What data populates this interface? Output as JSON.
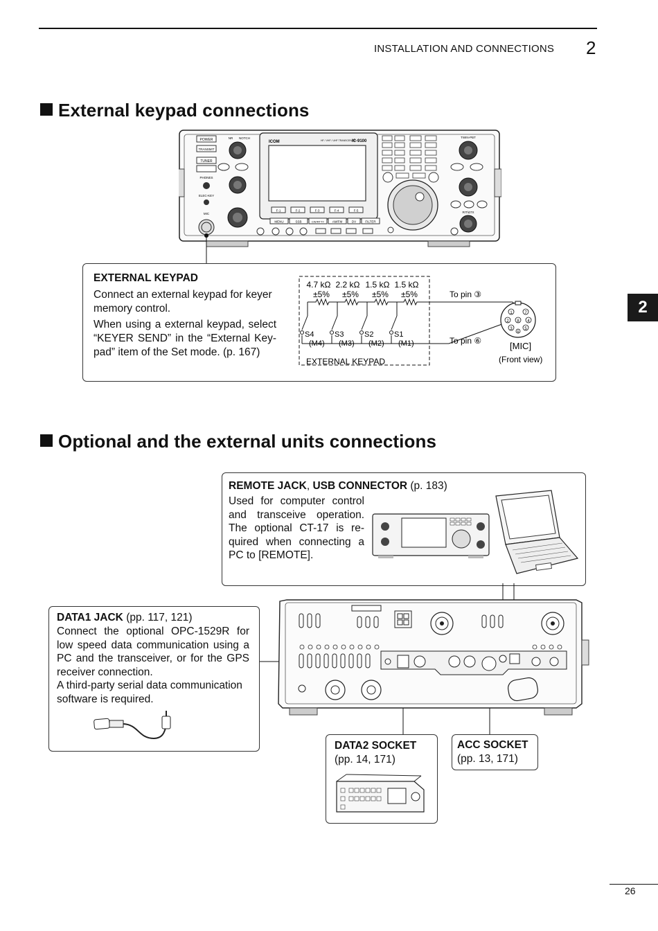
{
  "header": {
    "chapter_title": "INSTALLATION AND CONNECTIONS",
    "chapter_number": "2",
    "side_tab": "2"
  },
  "section1": {
    "title": "External keypad connections",
    "callout": {
      "heading": "EXTERNAL KEYPAD",
      "para1": "Connect an external keypad for keyer memory control.",
      "para2": "When using a external keypad, select “KEYER SEND” in the “External Key-pad” item of the Set mode. (p. 167)"
    },
    "schematic": {
      "resistors": [
        "4.7 kΩ",
        "2.2 kΩ",
        "1.5 kΩ",
        "1.5 kΩ"
      ],
      "tolerances": [
        "±5%",
        "±5%",
        "±5%",
        "±5%"
      ],
      "switches": [
        "S4",
        "S3",
        "S2",
        "S1"
      ],
      "memories": [
        "(M4)",
        "(M3)",
        "(M2)",
        "(M1)"
      ],
      "keypad_label": "EXTERNAL KEYPAD",
      "to_pin_a": "To pin ③",
      "to_pin_b": "To pin ⑥",
      "mic_label": "[MIC]",
      "front_view": "(Front view)",
      "pin_numbers": [
        "1",
        "2",
        "3",
        "4",
        "5",
        "6",
        "7",
        "8"
      ]
    },
    "radio_front": {
      "brand": "ICOM",
      "model": "IC-9100",
      "subtitle": "HF / VHF / UHF TRANSCEIVER",
      "buttons": [
        "POWER",
        "TRANSMIT",
        "TUNER"
      ],
      "fkeys": [
        "F-1",
        "F-2",
        "F-3",
        "F-4",
        "F-5"
      ],
      "mode_keys": [
        "MENU",
        "SSB",
        "CW/RTTY",
        "AM/FM",
        "DV",
        "FILTER"
      ],
      "knob_labels": [
        "NR",
        "NOTCH",
        "TWIN-PBT",
        "RIT/∆TX"
      ],
      "jack_labels": [
        "PHONES",
        "ELEC-KEY",
        "MIC"
      ]
    }
  },
  "section2": {
    "title": "Optional and the external units connections",
    "remote": {
      "heading_a": "REMOTE JACK",
      "heading_sep": ", ",
      "heading_b": "USB CONNECTOR",
      "page_ref": " (p. 183)",
      "text": "Used for computer control and transceive operation. The optional CT-17 is re-quired when connecting a PC to [REMOTE]."
    },
    "data1": {
      "heading": "DATA1 JACK",
      "page_ref": " (pp. 117, 121)",
      "text1": "Connect the optional OPC-1529R for low speed data communication using a PC and the transceiver, or for the GPS receiver connection.",
      "text2": "A third-party serial data communication software is required."
    },
    "data2": {
      "heading": "DATA2 SOCKET",
      "pages": "(pp. 14, 171)"
    },
    "acc": {
      "heading": "ACC SOCKET",
      "pages": "(pp. 13, 171)"
    }
  },
  "footer": {
    "page_number": "26"
  }
}
